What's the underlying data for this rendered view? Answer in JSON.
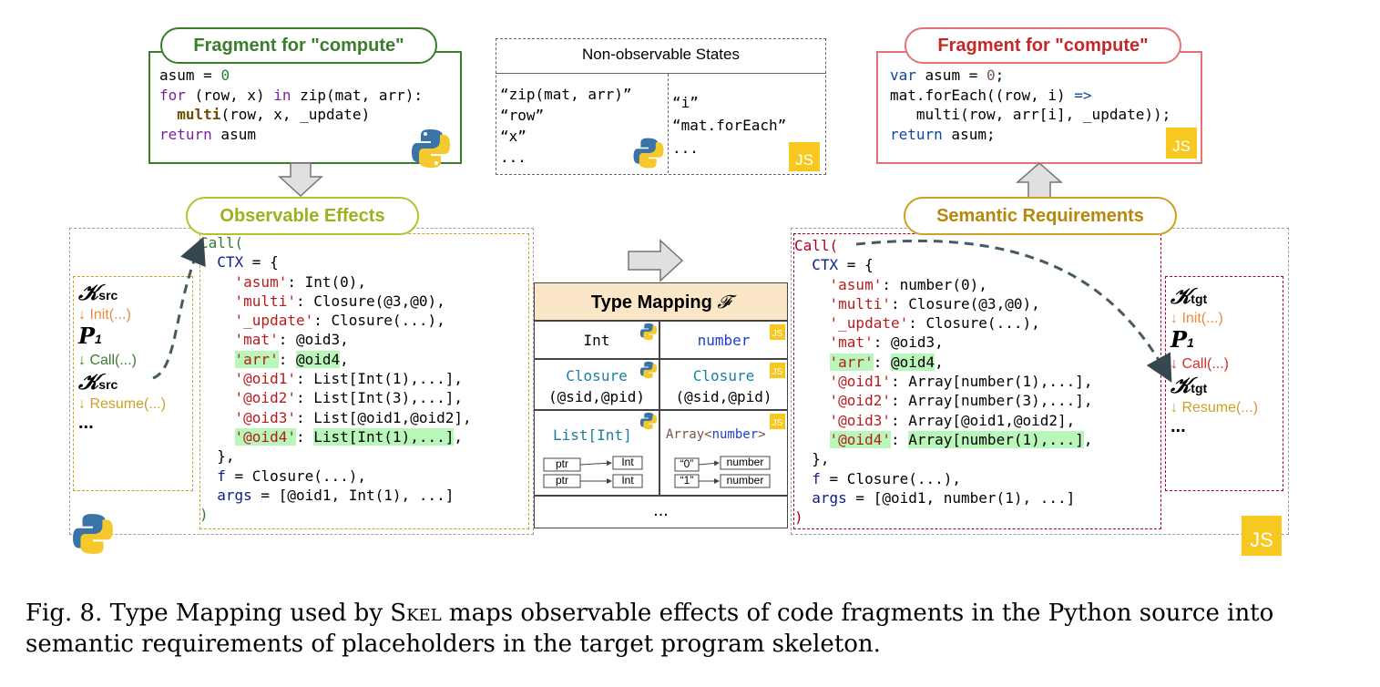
{
  "top_left": {
    "title": "Fragment for \"compute\"",
    "lines": [
      "asum = 0",
      "for (row, x) in zip(mat, arr):",
      "  multi(row, x, _update)",
      "return asum"
    ]
  },
  "non_observable": {
    "title": "Non-observable States",
    "python_items": [
      "“zip(mat, arr)”",
      "“row”",
      "“x”",
      "..."
    ],
    "js_items": [
      "“i”",
      "“mat.forEach”",
      "..."
    ]
  },
  "top_right": {
    "title": "Fragment for \"compute\"",
    "lines": [
      "var asum = 0;",
      "mat.forEach((row, i) =>",
      "   multi(row, arr[i], _update));",
      "return asum;"
    ]
  },
  "observable": {
    "title": "Observable Effects",
    "lines": [
      "Call(",
      "  CTX = {",
      "    'asum': Int(0),",
      "    'multi': Closure(@3,@0),",
      "    '_update': Closure(...),",
      "    'mat': @oid3,",
      "    'arr': @oid4,",
      "    '@oid1': List[Int(1),...],",
      "    '@oid2': List[Int(3),...],",
      "    '@oid3': List[@oid1,@oid2],",
      "    '@oid4': List[Int(1),...],",
      "  },",
      "  f = Closure(...),",
      "  args = [@oid1, Int(1), ...]",
      ")"
    ]
  },
  "semantic": {
    "title": "Semantic Requirements",
    "lines": [
      "Call(",
      "  CTX = {",
      "    'asum': number(0),",
      "    'multi': Closure(@3,@0),",
      "    '_update': Closure(...),",
      "    'mat': @oid3,",
      "    'arr': @oid4,",
      "    '@oid1': Array[number(1),...],",
      "    '@oid2': Array[number(3),...],",
      "    '@oid3': Array[@oid1,@oid2],",
      "    '@oid4': Array[number(1),...],",
      "  },",
      "  f = Closure(...),",
      "  args = [@oid1, number(1), ...]",
      ")"
    ]
  },
  "src_trace": {
    "k": "𝒦",
    "sub": "src",
    "p": "P",
    "psub": "1",
    "init": "↓ Init(...)",
    "call": "↓ Call(...)",
    "resume": "↓ Resume(...)",
    "dots": "..."
  },
  "tgt_trace": {
    "k": "𝒦",
    "sub": "tgt",
    "p": "P",
    "psub": "1",
    "init": "↓ Init(...)",
    "call": "↓ Call(...)",
    "resume": "↓ Resume(...)",
    "dots": "..."
  },
  "type_mapping": {
    "title": "Type Mapping",
    "script_f": "𝓕",
    "row1": {
      "py": "Int",
      "js": "number"
    },
    "row2": {
      "py": "Closure",
      "py_sub": "(@sid,@pid)",
      "js": "Closure",
      "js_sub": "(@sid,@pid)"
    },
    "row3": {
      "py": "List[Int]",
      "js_pre": "Array<",
      "js_mid": "number",
      "js_post": ">",
      "ptr": "ptr",
      "int": "Int",
      "k0": "“0”",
      "k1": "“1”",
      "num": "number"
    },
    "dots": "..."
  },
  "badges": {
    "js": "JS"
  },
  "caption": {
    "line1_pre": "Fig. 8.  Type Mapping used by ",
    "skel": "Skel",
    "line1_post": " maps observable effects of code fragments in the Python source into",
    "line2": "semantic requirements of placeholders in the target program skeleton."
  },
  "colors": {
    "green": "#3a7d2a",
    "olive": "#a8b820",
    "gold": "#c9a227",
    "red": "#d32f2f",
    "darkred": "#b00020",
    "jsyellow": "#f7c820",
    "tmhead": "#fbe7c8",
    "gray": "#9e9e9e"
  }
}
